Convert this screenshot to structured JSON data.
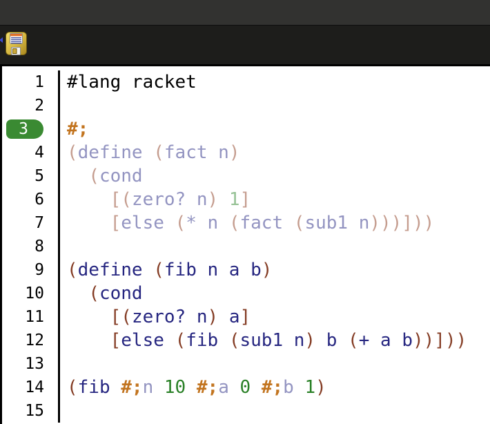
{
  "colors": {
    "titlebar_bg": "#323230",
    "toolbar_bg": "#1d1d1b",
    "editor_bg": "#ffffff",
    "gutter_text": "#000000",
    "active_line_badge": "#3a8a32",
    "badge_text": "#ffffff",
    "focus_arrow": "#3b4bd0",
    "plain": "#000000",
    "id": "#262680",
    "paren": "#843c24",
    "num": "#298026",
    "comment": "#c2741f",
    "ghost_id": "#9394c1",
    "ghost_paren": "#c59d8f",
    "ghost_num": "#95c194"
  },
  "toolbar": {
    "icons": [
      {
        "name": "floppy-save-icon",
        "meaning": "save file"
      }
    ]
  },
  "editor": {
    "language_line": "#lang racket",
    "active_line": 3,
    "lines": [
      {
        "n": "1",
        "tokens": [
          {
            "t": "#lang racket",
            "c": "plain"
          }
        ]
      },
      {
        "n": "2",
        "tokens": []
      },
      {
        "n": "3",
        "tokens": [
          {
            "t": "#;",
            "c": "comment",
            "b": true
          }
        ]
      },
      {
        "n": "4",
        "tokens": [
          {
            "t": "(",
            "c": "ghost_paren"
          },
          {
            "t": "define ",
            "c": "ghost_id"
          },
          {
            "t": "(",
            "c": "ghost_paren"
          },
          {
            "t": "fact n",
            "c": "ghost_id"
          },
          {
            "t": ")",
            "c": "ghost_paren"
          }
        ]
      },
      {
        "n": "5",
        "tokens": [
          {
            "t": "  ",
            "c": "plain"
          },
          {
            "t": "(",
            "c": "ghost_paren"
          },
          {
            "t": "cond",
            "c": "ghost_id"
          }
        ]
      },
      {
        "n": "6",
        "tokens": [
          {
            "t": "    ",
            "c": "plain"
          },
          {
            "t": "[(",
            "c": "ghost_paren"
          },
          {
            "t": "zero? n",
            "c": "ghost_id"
          },
          {
            "t": ")",
            "c": "ghost_paren"
          },
          {
            "t": " ",
            "c": "plain"
          },
          {
            "t": "1",
            "c": "ghost_num"
          },
          {
            "t": "]",
            "c": "ghost_paren"
          }
        ]
      },
      {
        "n": "7",
        "tokens": [
          {
            "t": "    ",
            "c": "plain"
          },
          {
            "t": "[",
            "c": "ghost_paren"
          },
          {
            "t": "else ",
            "c": "ghost_id"
          },
          {
            "t": "(",
            "c": "ghost_paren"
          },
          {
            "t": "* n ",
            "c": "ghost_id"
          },
          {
            "t": "(",
            "c": "ghost_paren"
          },
          {
            "t": "fact ",
            "c": "ghost_id"
          },
          {
            "t": "(",
            "c": "ghost_paren"
          },
          {
            "t": "sub1 n",
            "c": "ghost_id"
          },
          {
            "t": ")))]))",
            "c": "ghost_paren"
          }
        ]
      },
      {
        "n": "8",
        "tokens": []
      },
      {
        "n": "9",
        "tokens": [
          {
            "t": "(",
            "c": "paren"
          },
          {
            "t": "define ",
            "c": "id"
          },
          {
            "t": "(",
            "c": "paren"
          },
          {
            "t": "fib n a b",
            "c": "id"
          },
          {
            "t": ")",
            "c": "paren"
          }
        ]
      },
      {
        "n": "10",
        "tokens": [
          {
            "t": "  ",
            "c": "plain"
          },
          {
            "t": "(",
            "c": "paren"
          },
          {
            "t": "cond",
            "c": "id"
          }
        ]
      },
      {
        "n": "11",
        "tokens": [
          {
            "t": "    ",
            "c": "plain"
          },
          {
            "t": "[(",
            "c": "paren"
          },
          {
            "t": "zero? n",
            "c": "id"
          },
          {
            "t": ")",
            "c": "paren"
          },
          {
            "t": " a",
            "c": "id"
          },
          {
            "t": "]",
            "c": "paren"
          }
        ]
      },
      {
        "n": "12",
        "tokens": [
          {
            "t": "    ",
            "c": "plain"
          },
          {
            "t": "[",
            "c": "paren"
          },
          {
            "t": "else ",
            "c": "id"
          },
          {
            "t": "(",
            "c": "paren"
          },
          {
            "t": "fib ",
            "c": "id"
          },
          {
            "t": "(",
            "c": "paren"
          },
          {
            "t": "sub1 n",
            "c": "id"
          },
          {
            "t": ")",
            "c": "paren"
          },
          {
            "t": " b ",
            "c": "id"
          },
          {
            "t": "(",
            "c": "paren"
          },
          {
            "t": "+ a b",
            "c": "id"
          },
          {
            "t": "))]))",
            "c": "paren"
          }
        ]
      },
      {
        "n": "13",
        "tokens": []
      },
      {
        "n": "14",
        "tokens": [
          {
            "t": "(",
            "c": "paren"
          },
          {
            "t": "fib ",
            "c": "id"
          },
          {
            "t": "#;",
            "c": "comment",
            "b": true
          },
          {
            "t": "n",
            "c": "ghost_id"
          },
          {
            "t": " ",
            "c": "plain"
          },
          {
            "t": "10",
            "c": "num"
          },
          {
            "t": " ",
            "c": "plain"
          },
          {
            "t": "#;",
            "c": "comment",
            "b": true
          },
          {
            "t": "a",
            "c": "ghost_id"
          },
          {
            "t": " ",
            "c": "plain"
          },
          {
            "t": "0",
            "c": "num"
          },
          {
            "t": " ",
            "c": "plain"
          },
          {
            "t": "#;",
            "c": "comment",
            "b": true
          },
          {
            "t": "b",
            "c": "ghost_id"
          },
          {
            "t": " ",
            "c": "plain"
          },
          {
            "t": "1",
            "c": "num"
          },
          {
            "t": ")",
            "c": "paren"
          }
        ]
      },
      {
        "n": "15",
        "tokens": []
      }
    ]
  }
}
